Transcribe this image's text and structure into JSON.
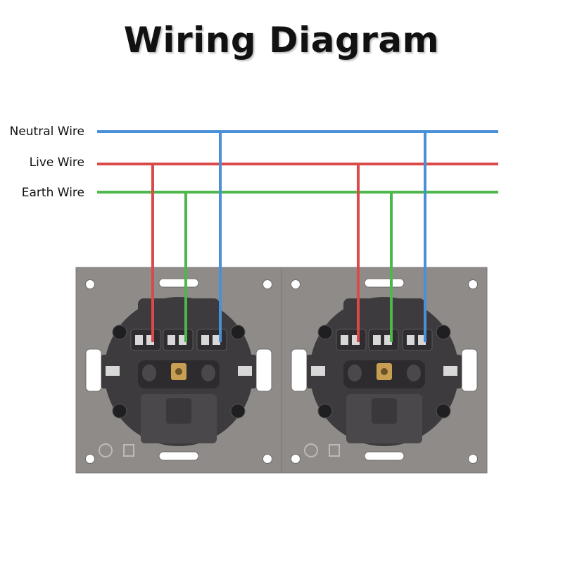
{
  "title": "Wiring Diagram",
  "wires": {
    "neutral": {
      "label": "Neutral Wire",
      "color": "#4a90d9"
    },
    "live": {
      "label": "Live Wire",
      "color": "#d94a4a"
    },
    "earth": {
      "label": "Earth Wire",
      "color": "#4cb84c"
    }
  },
  "sockets": [
    {
      "name": "socket-left"
    },
    {
      "name": "socket-right"
    }
  ]
}
